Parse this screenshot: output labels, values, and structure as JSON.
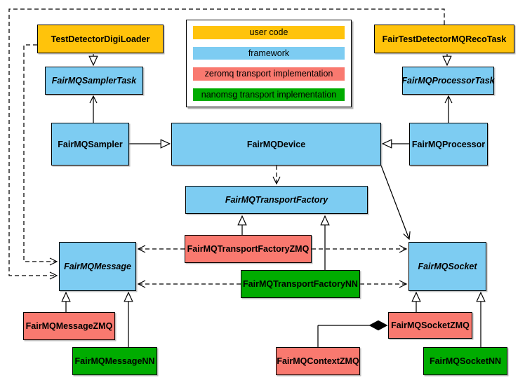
{
  "colors": {
    "user_code": "#FFC30B",
    "framework": "#7DCCF2",
    "zeromq": "#F9796F",
    "nanomsg": "#00AC00",
    "line": "#000000",
    "background": "#FFFFFF"
  },
  "legend": {
    "items": [
      {
        "label": "user code",
        "category": "user_code"
      },
      {
        "label": "framework",
        "category": "framework"
      },
      {
        "label": "zeromq transport implementation",
        "category": "zeromq"
      },
      {
        "label": "nanomsg transport implementation",
        "category": "nanomsg"
      }
    ]
  },
  "nodes": {
    "digi_loader": {
      "label": "TestDetectorDigiLoader",
      "category": "user_code",
      "abstract": false
    },
    "sampler_task": {
      "label": "FairMQSamplerTask",
      "category": "framework",
      "abstract": true
    },
    "sampler": {
      "label": "FairMQSampler",
      "category": "framework",
      "abstract": false
    },
    "reco_task": {
      "label": "FairTestDetectorMQRecoTask",
      "category": "user_code",
      "abstract": false
    },
    "processor_task": {
      "label": "FairMQProcessorTask",
      "category": "framework",
      "abstract": true
    },
    "processor": {
      "label": "FairMQProcessor",
      "category": "framework",
      "abstract": false
    },
    "device": {
      "label": "FairMQDevice",
      "category": "framework",
      "abstract": false
    },
    "transport_factory": {
      "label": "FairMQTransportFactory",
      "category": "framework",
      "abstract": true
    },
    "transport_factory_zmq": {
      "label": "FairMQTransportFactoryZMQ",
      "category": "zeromq",
      "abstract": false
    },
    "transport_factory_nn": {
      "label": "FairMQTransportFactoryNN",
      "category": "nanomsg",
      "abstract": false
    },
    "message": {
      "label": "FairMQMessage",
      "category": "framework",
      "abstract": true
    },
    "socket": {
      "label": "FairMQSocket",
      "category": "framework",
      "abstract": true
    },
    "message_zmq": {
      "label": "FairMQMessageZMQ",
      "category": "zeromq",
      "abstract": false
    },
    "message_nn": {
      "label": "FairMQMessageNN",
      "category": "nanomsg",
      "abstract": false
    },
    "context_zmq": {
      "label": "FairMQContextZMQ",
      "category": "zeromq",
      "abstract": false
    },
    "socket_zmq": {
      "label": "FairMQSocketZMQ",
      "category": "zeromq",
      "abstract": false
    },
    "socket_nn": {
      "label": "FairMQSocketNN",
      "category": "nanomsg",
      "abstract": false
    }
  },
  "relations": [
    {
      "from": "TestDetectorDigiLoader",
      "to": "FairMQSamplerTask",
      "type": "inheritance"
    },
    {
      "from": "FairTestDetectorMQRecoTask",
      "to": "FairMQProcessorTask",
      "type": "inheritance"
    },
    {
      "from": "FairMQSampler",
      "to": "FairMQDevice",
      "type": "inheritance"
    },
    {
      "from": "FairMQProcessor",
      "to": "FairMQDevice",
      "type": "inheritance"
    },
    {
      "from": "FairMQTransportFactoryZMQ",
      "to": "FairMQTransportFactory",
      "type": "inheritance"
    },
    {
      "from": "FairMQTransportFactoryNN",
      "to": "FairMQTransportFactory",
      "type": "inheritance"
    },
    {
      "from": "FairMQMessageZMQ",
      "to": "FairMQMessage",
      "type": "inheritance"
    },
    {
      "from": "FairMQMessageNN",
      "to": "FairMQMessage",
      "type": "inheritance"
    },
    {
      "from": "FairMQSocketZMQ",
      "to": "FairMQSocket",
      "type": "inheritance"
    },
    {
      "from": "FairMQSocketNN",
      "to": "FairMQSocket",
      "type": "inheritance"
    },
    {
      "from": "FairMQSampler",
      "to": "FairMQSamplerTask",
      "type": "association"
    },
    {
      "from": "FairMQProcessor",
      "to": "FairMQProcessorTask",
      "type": "association"
    },
    {
      "from": "FairMQDevice",
      "to": "FairMQSocket",
      "type": "association"
    },
    {
      "from": "FairMQDevice",
      "to": "FairMQTransportFactory",
      "type": "dependency"
    },
    {
      "from": "FairMQTransportFactoryZMQ",
      "to": "FairMQMessage",
      "type": "dependency"
    },
    {
      "from": "FairMQTransportFactoryZMQ",
      "to": "FairMQSocket",
      "type": "dependency"
    },
    {
      "from": "FairMQTransportFactoryNN",
      "to": "FairMQMessage",
      "type": "dependency"
    },
    {
      "from": "FairMQTransportFactoryNN",
      "to": "FairMQSocket",
      "type": "dependency"
    },
    {
      "from": "TestDetectorDigiLoader",
      "to": "FairMQMessage",
      "type": "dependency"
    },
    {
      "from": "FairTestDetectorMQRecoTask",
      "to": "FairMQMessage",
      "type": "dependency"
    },
    {
      "from": "FairMQSocketZMQ",
      "to": "FairMQContextZMQ",
      "type": "composition"
    }
  ]
}
